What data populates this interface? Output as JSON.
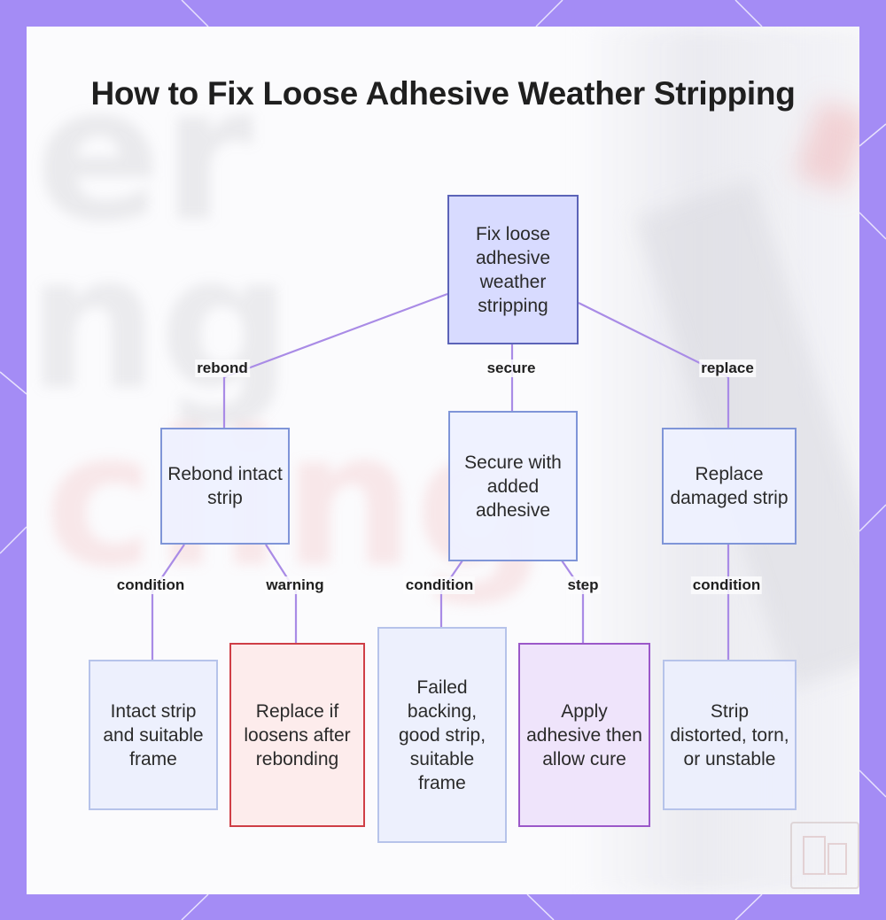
{
  "title": "How to Fix Loose Adhesive Weather Stripping",
  "colors": {
    "frame": "#a48cf5",
    "panel": "#fbfbfd",
    "edge": "#a98be6",
    "root_fill": "#d8dbff",
    "root_border": "#5b63b8",
    "warning_border": "#cf3e46",
    "step_border": "#9b58c9"
  },
  "nodes": {
    "root": "Fix loose adhesive weather stripping",
    "rebond": "Rebond intact strip",
    "secure": "Secure with added adhesive",
    "replace": "Replace damaged strip",
    "intact": "Intact strip and suitable frame",
    "replace_if": "Replace if loosens after rebonding",
    "failed": "Failed backing, good strip, suitable frame",
    "apply": "Apply adhesive then allow cure",
    "distorted": "Strip distorted, torn, or unstable"
  },
  "edges": {
    "rebond": "rebond",
    "secure": "secure",
    "replace": "replace",
    "condition_1": "condition",
    "warning": "warning",
    "condition_2": "condition",
    "step": "step",
    "condition_3": "condition"
  }
}
